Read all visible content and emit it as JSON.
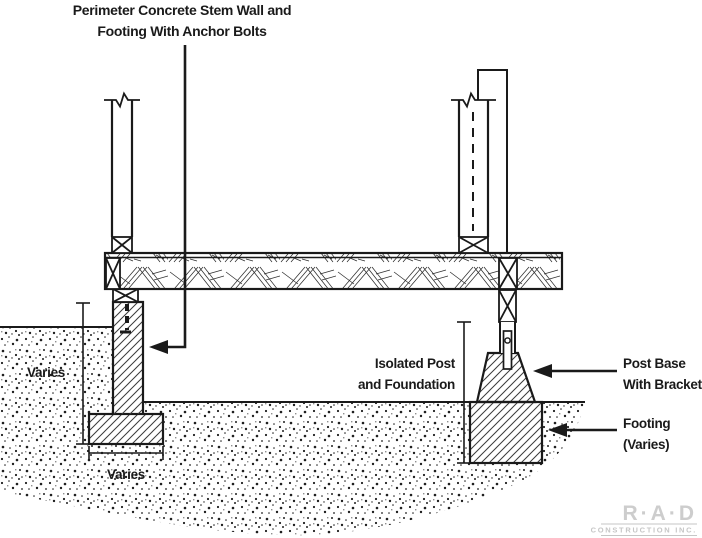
{
  "diagram": {
    "title_line1": "Perimeter Concrete Stem Wall and",
    "title_line2": "Footing With Anchor Bolts",
    "left_dim_vertical_label": "Varies",
    "left_dim_horizontal_label": "Varies",
    "isolated_post_line1": "Isolated Post",
    "isolated_post_line2": "and Foundation",
    "post_base_line1": "Post Base",
    "post_base_line2": "With Bracket",
    "footing_line1": "Footing",
    "footing_line2": "(Varies)"
  },
  "logo": {
    "brand": "R·A·D",
    "subtitle": "CONSTRUCTION INC."
  },
  "colors": {
    "line": "#1a1a1a",
    "hatch": "#3a3a3a",
    "soil_dot": "#1f1f1f",
    "logo_gray": "#cdcdcd",
    "background": "#ffffff"
  }
}
